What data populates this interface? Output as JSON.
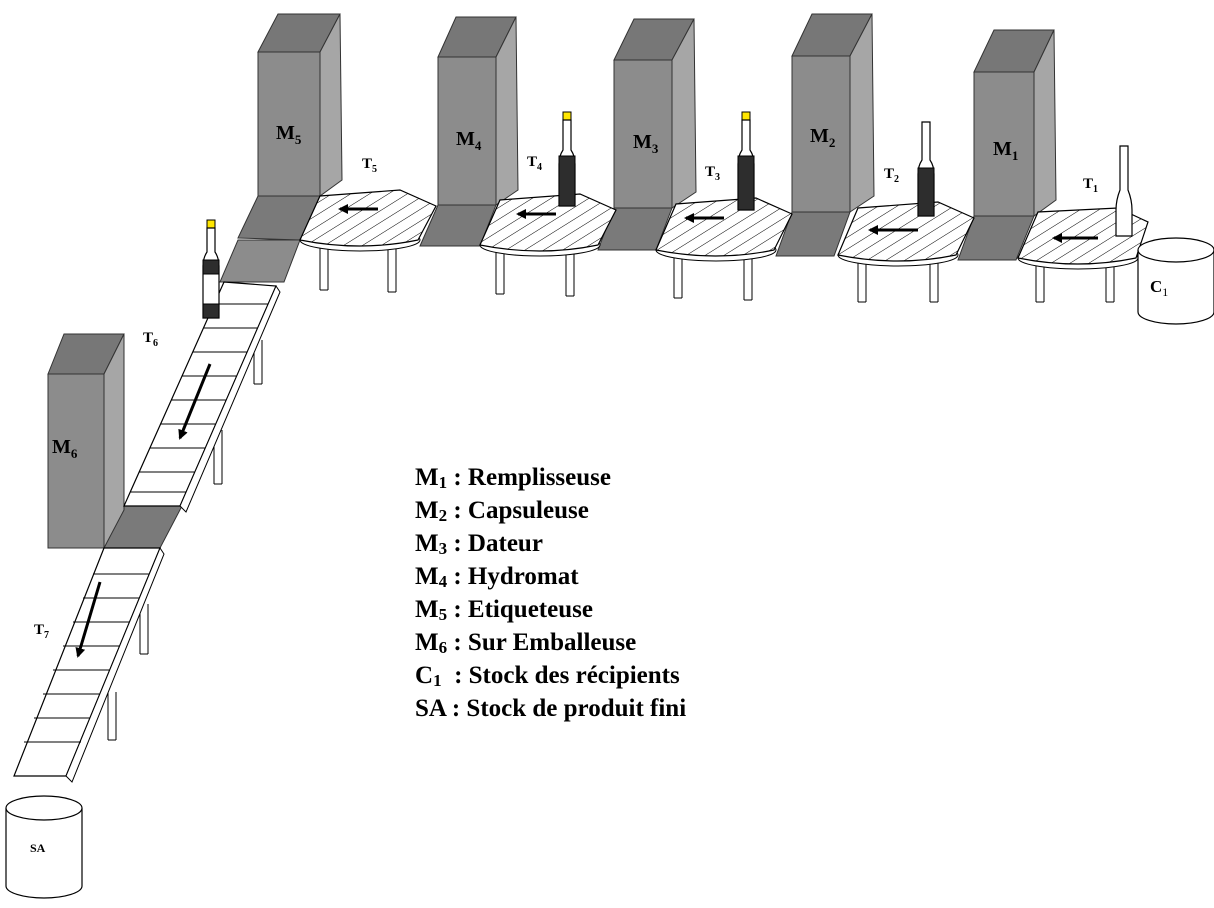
{
  "machines": [
    {
      "id": "M1",
      "letter": "M",
      "sub": "1"
    },
    {
      "id": "M2",
      "letter": "M",
      "sub": "2"
    },
    {
      "id": "M3",
      "letter": "M",
      "sub": "3"
    },
    {
      "id": "M4",
      "letter": "M",
      "sub": "4"
    },
    {
      "id": "M5",
      "letter": "M",
      "sub": "5"
    },
    {
      "id": "M6",
      "letter": "M",
      "sub": "6"
    }
  ],
  "conveyors": [
    {
      "id": "T1",
      "letter": "T",
      "sub": "1"
    },
    {
      "id": "T2",
      "letter": "T",
      "sub": "2"
    },
    {
      "id": "T3",
      "letter": "T",
      "sub": "3"
    },
    {
      "id": "T4",
      "letter": "T",
      "sub": "4"
    },
    {
      "id": "T5",
      "letter": "T",
      "sub": "5"
    },
    {
      "id": "T6",
      "letter": "T",
      "sub": "6"
    },
    {
      "id": "T7",
      "letter": "T",
      "sub": "7"
    }
  ],
  "stocks": [
    {
      "id": "C1",
      "letter": "C",
      "sub": "1"
    },
    {
      "id": "SA",
      "letter": "SA",
      "sub": ""
    }
  ],
  "legend": [
    {
      "letter": "M",
      "sub": "1",
      "text": " : Remplisseuse"
    },
    {
      "letter": "M",
      "sub": "2",
      "text": " : Capsuleuse"
    },
    {
      "letter": "M",
      "sub": "3",
      "text": " : Dateur"
    },
    {
      "letter": "M",
      "sub": "4",
      "text": " : Hydromat"
    },
    {
      "letter": "M",
      "sub": "5",
      "text": " : Etiqueteuse"
    },
    {
      "letter": "M",
      "sub": "6",
      "text": " : Sur Emballeuse"
    },
    {
      "letter": "C",
      "sub": "1",
      "text": "  : Stock des récipients"
    },
    {
      "letter": "SA",
      "sub": "",
      "text": " : Stock de produit fini"
    }
  ],
  "colors": {
    "machine_front": "#8c8c8c",
    "machine_side": "#a6a6a6",
    "machine_top": "#777777",
    "connector": "#7a7a7a",
    "bottle_dark": "#2d2d2d",
    "cap": "#ffe600"
  }
}
